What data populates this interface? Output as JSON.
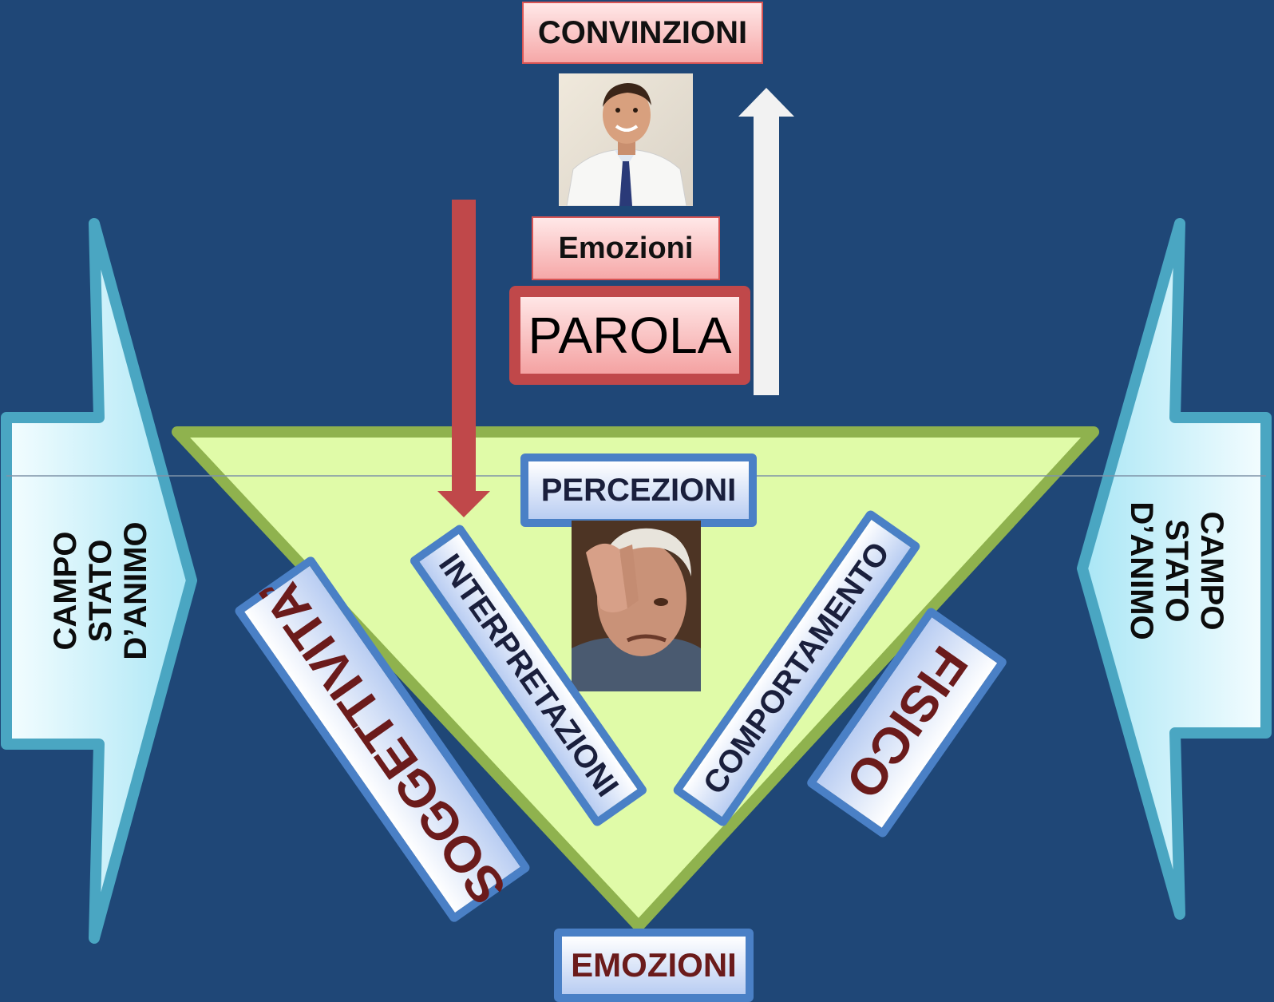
{
  "top": {
    "convinzioni": "CONVINZIONI",
    "emozioni": "Emozioni",
    "parola": "PAROLA"
  },
  "triangle": {
    "percezioni": "PERCEZIONI",
    "interpretazioni": "INTERPRETAZIONI",
    "comportamento": "COMPORTAMENTO",
    "soggettivita": "SOGGETTIVITA’",
    "fisico": "FISICO",
    "emozioni_bottom": "EMOZIONI"
  },
  "side_left": {
    "line1": "CAMPO",
    "line2": "STATO D’ANIMO"
  },
  "side_right": {
    "line1": "CAMPO",
    "line2": "STATO D’ANIMO"
  },
  "images": {
    "top_photo": "smiling-man-photo",
    "center_photo": "worried-old-man-photo"
  },
  "colors": {
    "background": "#1f4777",
    "triangle_fill": "#e0fba8",
    "triangle_border": "#8fb24e",
    "red_arrow": "#c0484a",
    "white_arrow": "#f2f2f2",
    "side_arrow_fill": "#d8f4fa",
    "side_arrow_border": "#4aa6c2",
    "box_border_blue": "#4a80c6",
    "dark_red_text": "#6b1b1b"
  }
}
